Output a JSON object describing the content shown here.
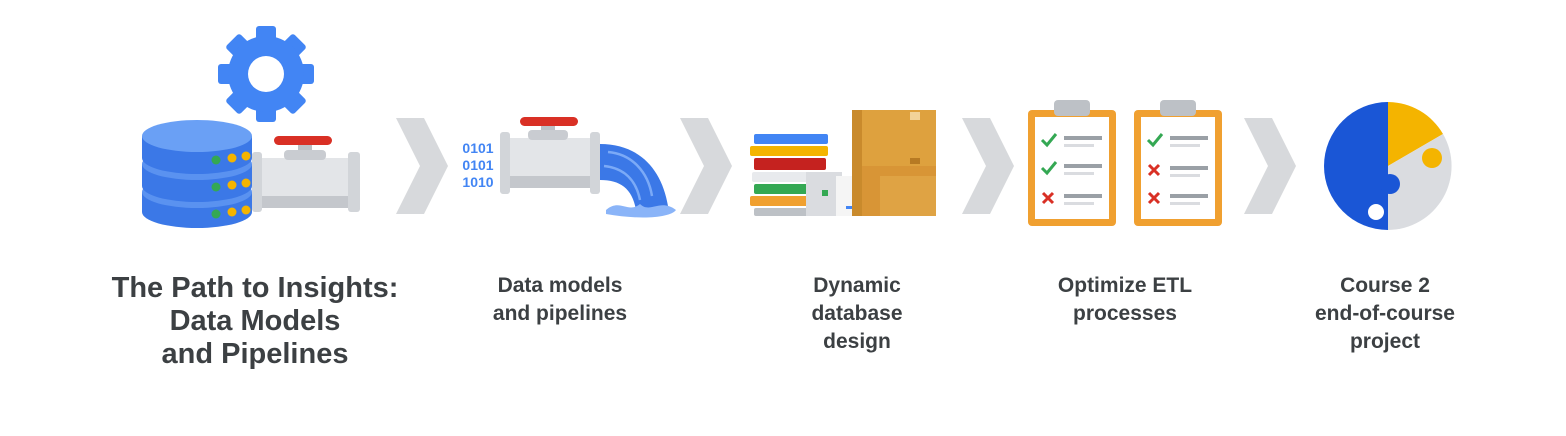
{
  "steps": [
    {
      "label": "The Path to Insights:\nData Models\nand Pipelines"
    },
    {
      "label": "Data models\nand pipelines"
    },
    {
      "label": "Dynamic\ndatabase\ndesign"
    },
    {
      "label": "Optimize ETL\nprocesses"
    },
    {
      "label": "Course 2\nend-of-course\nproject"
    }
  ],
  "binary_code": [
    "0101",
    "0101",
    "1010"
  ],
  "icons": [
    "gear-icon",
    "database-icon",
    "pipe-valve-icon",
    "data-pipe-flow-icon",
    "books-boxes-icon",
    "clipboard-checklist-icon",
    "puzzle-circle-icon",
    "chevron-right-icon"
  ],
  "colors": {
    "blue": "#4285f4",
    "blue_dark": "#1a56d6",
    "red": "#d93025",
    "green": "#34a853",
    "yellow": "#f4b400",
    "orange": "#f0a030",
    "gray_light": "#e8eaed",
    "gray_mid": "#bdc1c6",
    "chevron": "#d7d9dc",
    "text": "#3c4043"
  }
}
